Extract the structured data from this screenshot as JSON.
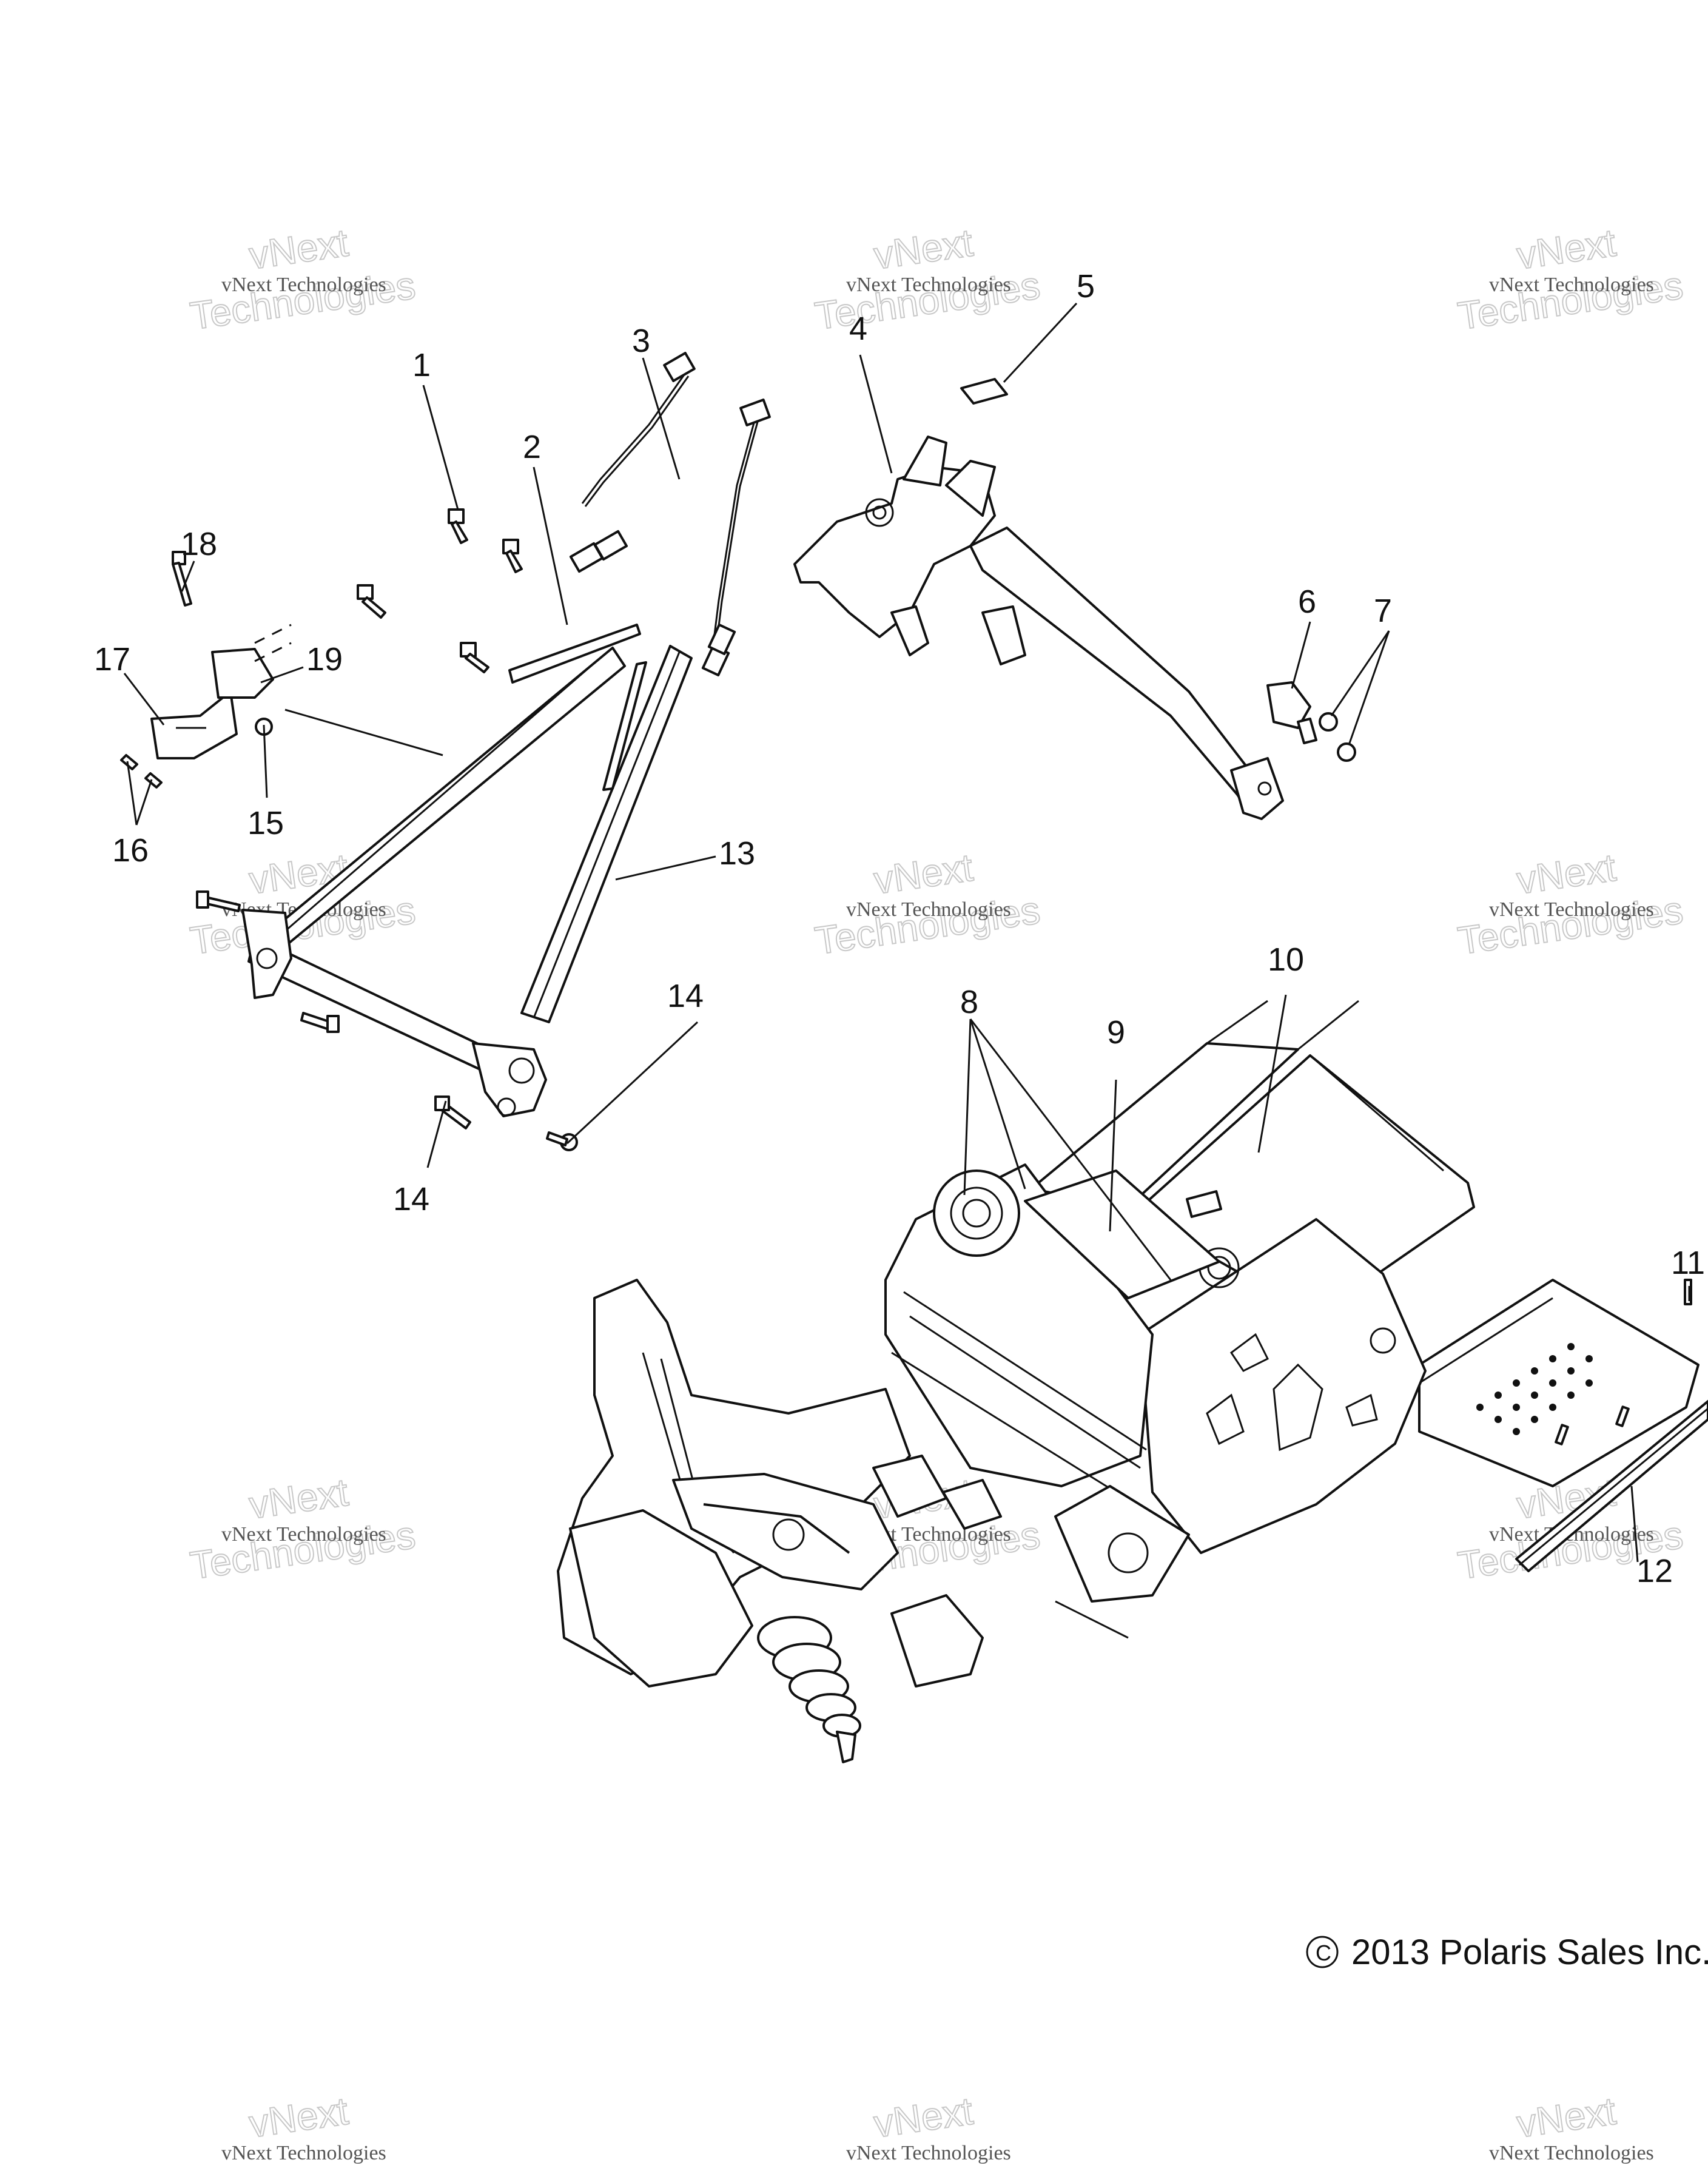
{
  "diagram": {
    "callouts": [
      "1",
      "2",
      "3",
      "4",
      "5",
      "6",
      "7",
      "8",
      "9",
      "10",
      "11",
      "12",
      "13",
      "14",
      "14",
      "15",
      "16",
      "17",
      "18",
      "19"
    ],
    "watermark_line1": "vNext Technologies",
    "watermark_line2": "Technologies",
    "watermark_arc": "vNext",
    "copyright": "2013 Polaris Sales Inc."
  }
}
